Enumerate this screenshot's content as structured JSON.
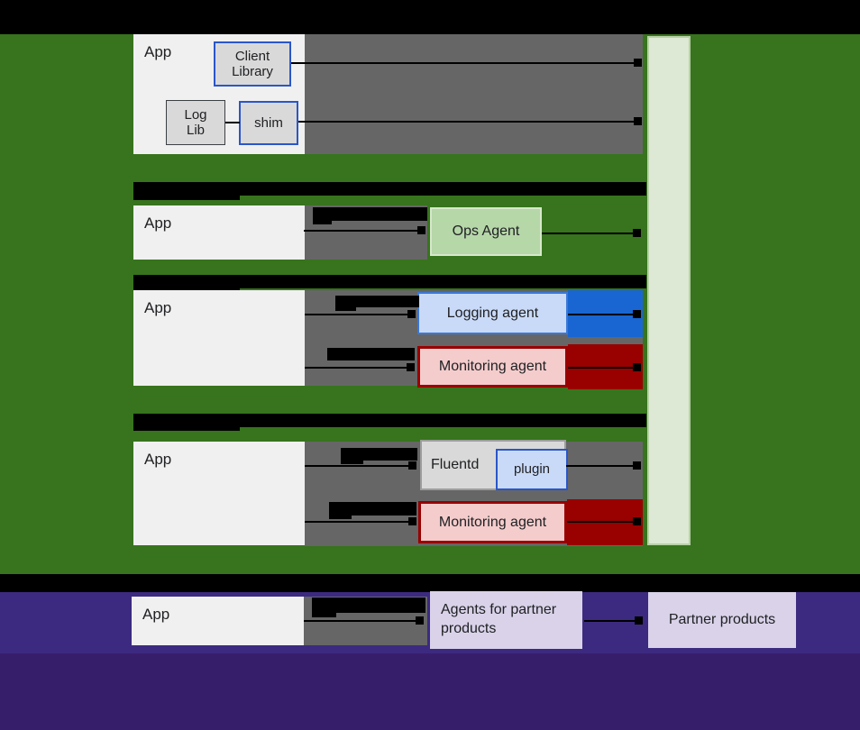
{
  "diagram": {
    "row1": {
      "app": "App",
      "client_library": "Client Library",
      "log_lib": "Log Lib",
      "shim": "shim"
    },
    "row2": {
      "app": "App",
      "ops_agent": "Ops Agent"
    },
    "row3": {
      "app": "App",
      "logging_agent": "Logging agent",
      "monitoring_agent": "Monitoring agent"
    },
    "row4": {
      "app": "App",
      "fluentd": "Fluentd",
      "plugin": "plugin",
      "monitoring_agent": "Monitoring agent"
    },
    "partner_row": {
      "app": "App",
      "agents_for_partner": "Agents for partner products",
      "partner_products": "Partner products"
    }
  },
  "colors": {
    "page_background": "#000000",
    "cloud_band_green": "#37741d",
    "partner_band_purple": "#3c2a80",
    "partner_band_purple_dark": "#371e6b",
    "telemetry_bar_fill": "#dde9d4",
    "app_box_fill": "#f0f0f0",
    "pipe_gray": "#666666",
    "ops_agent_fill": "#b6d7a8",
    "logging_agent_fill": "#c9daf8",
    "logging_bar_blue": "#1966d2",
    "monitoring_agent_fill": "#f4cccc",
    "monitoring_bar_red": "#990000",
    "neutral_box_fill": "#d9d9d9",
    "partner_box_fill": "#d9d2e9",
    "blue_border": "#2a56c8"
  }
}
